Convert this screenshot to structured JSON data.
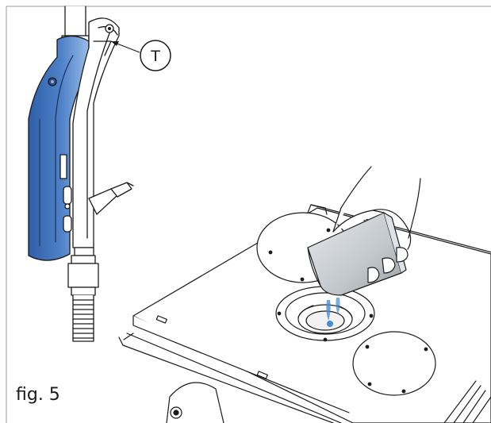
{
  "figure": {
    "caption": "fig. 5",
    "callouts": [
      {
        "id": "T",
        "label": "T"
      }
    ],
    "colors": {
      "handle_blue": "#3a6fb8",
      "handle_blue_light": "#8fb2e0",
      "line": "#1a1a1a",
      "water": "#4a8ad0",
      "cup_gray": "#b9bec4"
    }
  }
}
